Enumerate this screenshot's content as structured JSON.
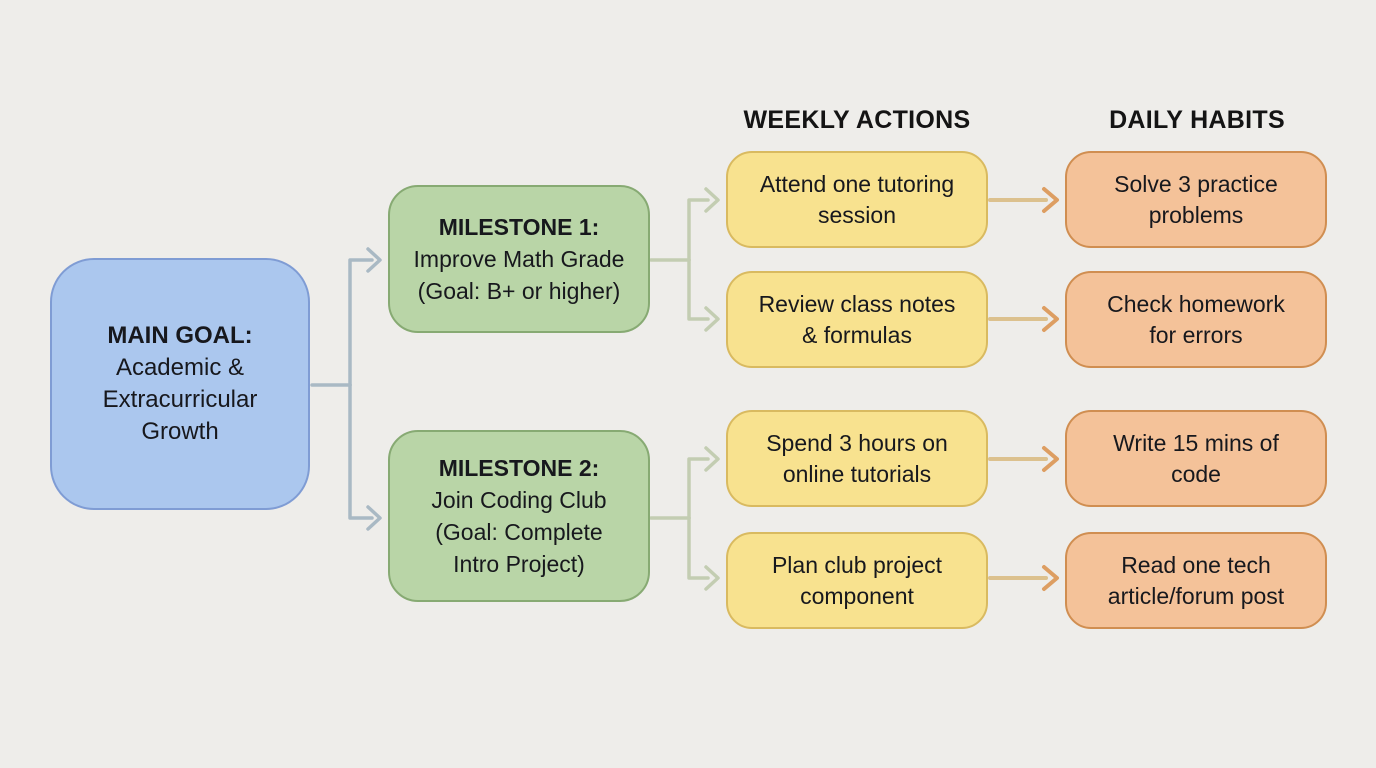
{
  "colors": {
    "background": "#eeedea",
    "main_goal_fill": "#abc7ee",
    "main_goal_border": "#7f9cd4",
    "milestone_fill": "#b9d5a7",
    "milestone_border": "#87aa73",
    "weekly_fill": "#f8e28f",
    "weekly_border": "#d9ba60",
    "daily_fill": "#f4c299",
    "daily_border": "#d08e51",
    "arrow_blue": "#a9b9c4",
    "arrow_green": "#c3cdb2",
    "arrow_tan": "#dcc18e",
    "arrow_orange": "#dd9e62",
    "text": "#17181d"
  },
  "column_headers": {
    "weekly": "WEEKLY ACTIONS",
    "daily": "DAILY HABITS"
  },
  "main_goal": {
    "title": "MAIN GOAL:",
    "text": "Academic & Extracurricular Growth",
    "lines": [
      "Academic &",
      "Extracurricular",
      "Growth"
    ]
  },
  "milestones": [
    {
      "title": "MILESTONE 1:",
      "text": "Improve Math Grade (Goal: B+ or higher)",
      "lines": [
        "Improve Math Grade",
        "(Goal: B+ or higher)"
      ]
    },
    {
      "title": "MILESTONE 2:",
      "text": "Join Coding Club (Goal: Complete Intro Project)",
      "lines": [
        "Join Coding Club",
        "(Goal: Complete",
        "Intro Project)"
      ]
    }
  ],
  "weekly_actions": [
    {
      "text": "Attend one tutoring session",
      "lines": [
        "Attend one tutoring",
        "session"
      ]
    },
    {
      "text": "Review class notes & formulas",
      "lines": [
        "Review class notes",
        "& formulas"
      ]
    },
    {
      "text": "Spend 3 hours on online tutorials",
      "lines": [
        "Spend 3 hours on",
        "online tutorials"
      ]
    },
    {
      "text": "Plan club project component",
      "lines": [
        "Plan club project",
        "component"
      ]
    }
  ],
  "daily_habits": [
    {
      "text": "Solve 3 practice problems",
      "lines": [
        "Solve 3 practice",
        "problems"
      ]
    },
    {
      "text": "Check homework for errors",
      "lines": [
        "Check homework",
        "for errors"
      ]
    },
    {
      "text": "Write 15 mins of code",
      "lines": [
        "Write 15 mins of",
        "code"
      ]
    },
    {
      "text": "Read one tech article/forum post",
      "lines": [
        "Read one tech",
        "article/forum post"
      ]
    }
  ]
}
